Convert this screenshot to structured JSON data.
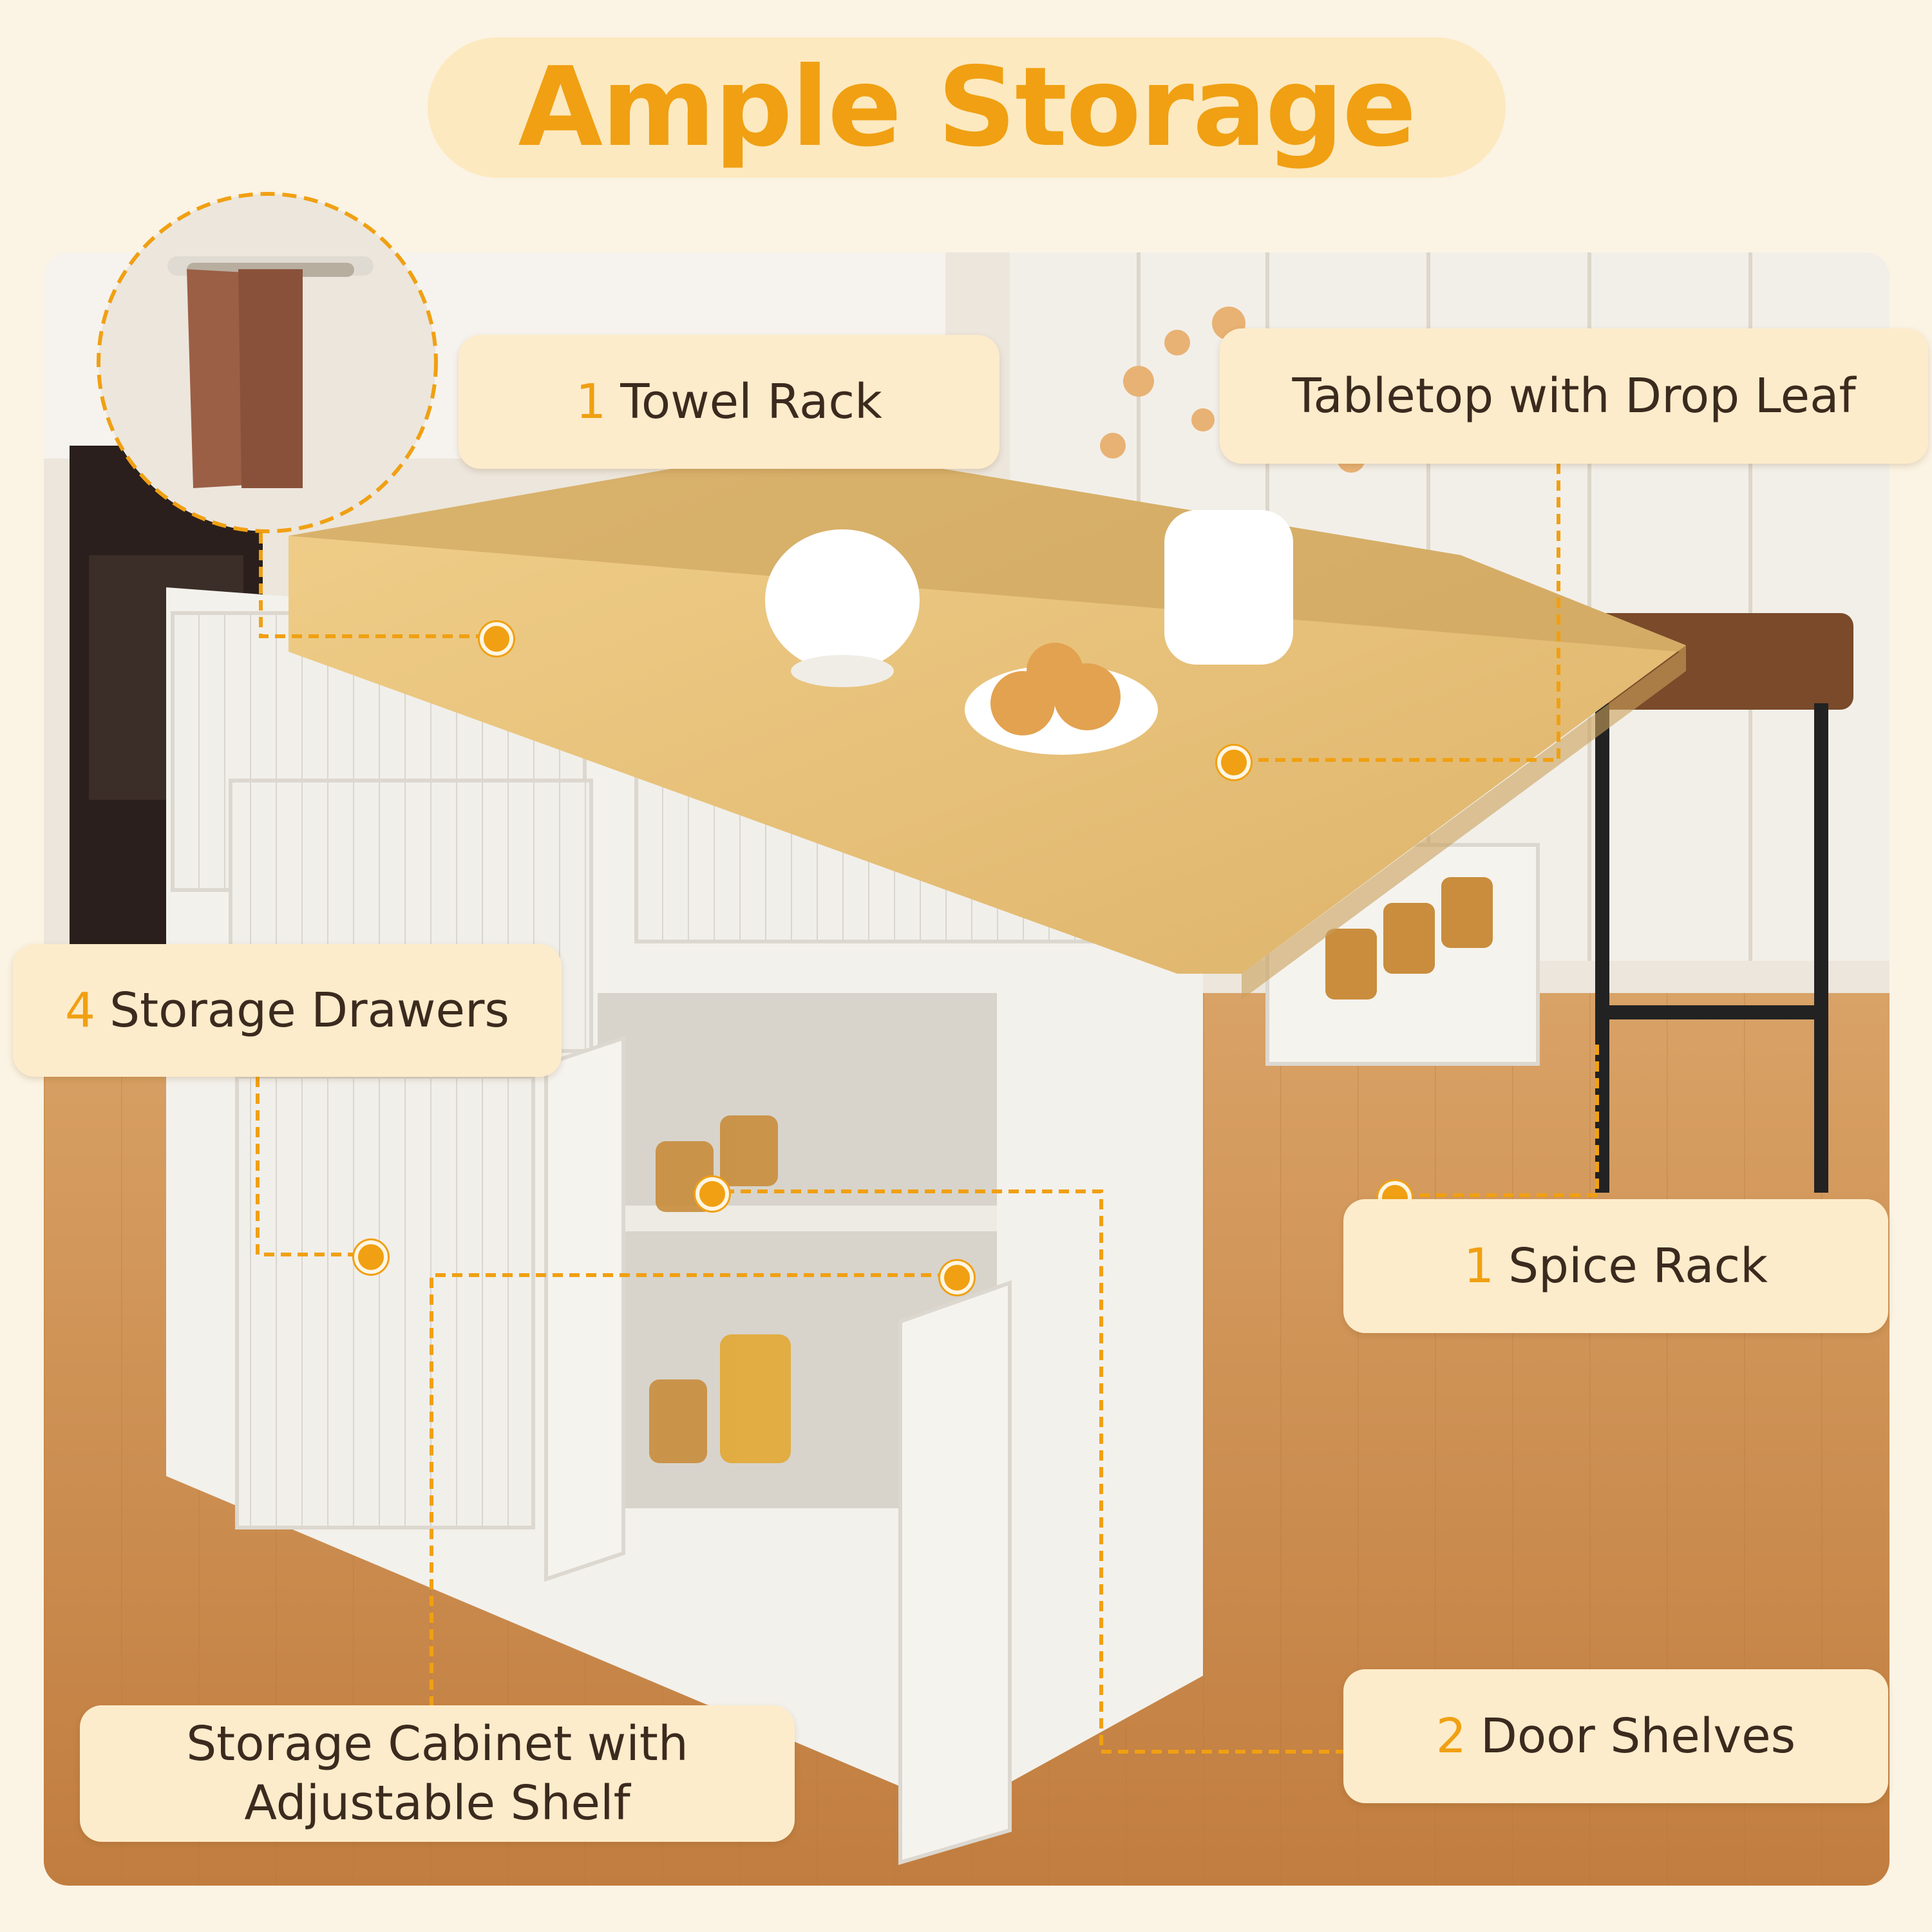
{
  "title": "Ample Storage",
  "callouts": {
    "towel_rack": {
      "number": "1",
      "text": "Towel Rack"
    },
    "tabletop": {
      "text": "Tabletop with Drop Leaf"
    },
    "storage_drawers": {
      "number": "4",
      "text": "Storage Drawers"
    },
    "spice_rack": {
      "number": "1",
      "text": "Spice Rack"
    },
    "cabinet": {
      "line1": "Storage Cabinet with",
      "line2": "Adjustable Shelf"
    },
    "door_shelves": {
      "number": "2",
      "text": "Door Shelves"
    }
  },
  "colors": {
    "accent": "#f0a012",
    "pill": "#fde9bf",
    "label_bg": "#fdeccb",
    "text": "#3b2a1e"
  }
}
